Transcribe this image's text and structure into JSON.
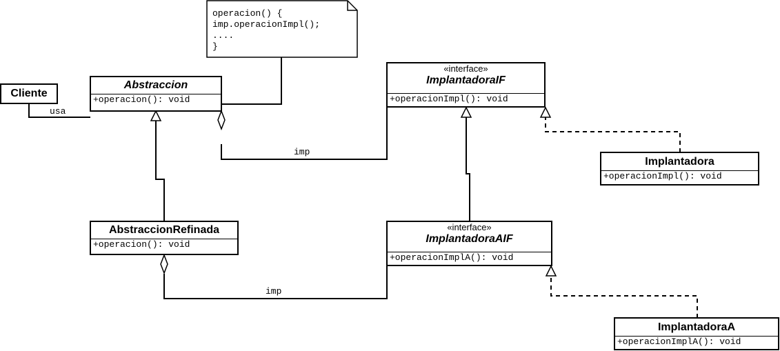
{
  "classes": {
    "cliente": {
      "name": "Cliente"
    },
    "abstraccion": {
      "name": "Abstraccion",
      "method": "+operacion(): void"
    },
    "abstraccion_refinada": {
      "name": "AbstraccionRefinada",
      "method": "+operacion(): void"
    },
    "implantadora_if": {
      "stereotype": "«interface»",
      "name": "ImplantadoraIF",
      "method": "+operacionImpl(): void"
    },
    "implantadora_aif": {
      "stereotype": "«interface»",
      "name": "ImplantadoraAIF",
      "method": "+operacionImplA(): void"
    },
    "implantadora": {
      "name": "Implantadora",
      "method": "+operacionImpl(): void"
    },
    "implantadora_a": {
      "name": "ImplantadoraA",
      "method": "+operacionImplA(): void"
    }
  },
  "note": {
    "lines": [
      "operacion() {",
      "imp.operacionImpl();",
      "....",
      "}"
    ]
  },
  "labels": {
    "usa": "usa",
    "imp_top": "imp",
    "imp_bottom": "imp"
  }
}
